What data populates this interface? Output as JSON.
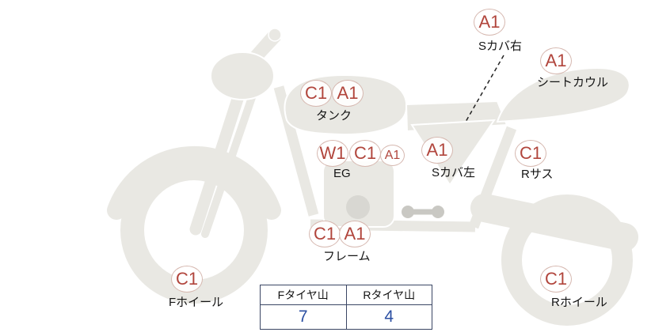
{
  "diagram_title": "motorcycle-condition-map",
  "parts": [
    {
      "label": "Sカバ右",
      "marks": [
        "A1"
      ]
    },
    {
      "label": "シートカウル",
      "marks": [
        "A1"
      ]
    },
    {
      "label": "タンク",
      "marks": [
        "C1",
        "A1"
      ]
    },
    {
      "label": "EG",
      "marks": [
        "W1",
        "C1",
        "A1"
      ]
    },
    {
      "label": "Sカバ左",
      "marks": [
        "A1"
      ]
    },
    {
      "label": "Rサス",
      "marks": [
        "C1"
      ]
    },
    {
      "label": "フレーム",
      "marks": [
        "C1",
        "A1"
      ]
    },
    {
      "label": "Fホイール",
      "marks": [
        "C1"
      ]
    },
    {
      "label": "Rホイール",
      "marks": [
        "C1"
      ]
    }
  ],
  "tire_table": {
    "headers": [
      "Fタイヤ山",
      "Rタイヤ山"
    ],
    "values": [
      "7",
      "4"
    ]
  },
  "colors": {
    "grade_text": "#b1453c",
    "grade_border": "#d6b8b0",
    "value_text": "#2b4fa2",
    "table_border": "#3a4664",
    "bike_fill": "#e9e8e3",
    "bike_stroke": "#ffffff"
  }
}
